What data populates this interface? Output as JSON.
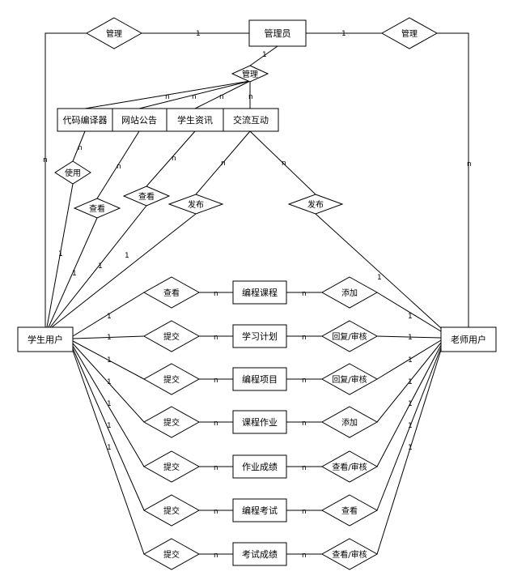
{
  "entities": {
    "admin": "管理员",
    "code_editor": "代码编译器",
    "site_notice": "网站公告",
    "student_news": "学生资讯",
    "exchange": "交流互动",
    "student_user": "学生用户",
    "teacher_user": "老师用户",
    "course": "编程课程",
    "study_plan": "学习计划",
    "project": "编程项目",
    "homework": "课程作业",
    "hw_score": "作业成绩",
    "exam": "编程考试",
    "exam_score": "考试成绩"
  },
  "relations": {
    "manage_left": "管理",
    "manage_right": "管理",
    "manage_center": "管理",
    "use": "使用",
    "view_notice": "查看",
    "view_news": "查看",
    "publish_student": "发布",
    "publish_teacher": "发布",
    "view_course": "查看",
    "submit_plan": "提交",
    "submit_project": "提交",
    "submit_homework": "提交",
    "submit_hw_score": "提交",
    "submit_exam": "提交",
    "submit_exam_score": "提交",
    "add_course": "添加",
    "reply_plan": "回复/审核",
    "reply_project": "回复/审核",
    "add_homework": "添加",
    "review_hw_score": "查看/审核",
    "view_exam": "查看",
    "review_exam_score": "查看/审核"
  },
  "cardinality": {
    "one": "1",
    "many": "n"
  }
}
